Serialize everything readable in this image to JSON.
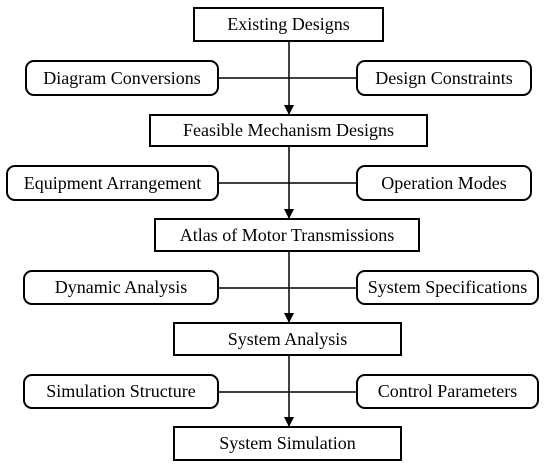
{
  "flow": {
    "stages": [
      {
        "label": "Existing Designs"
      },
      {
        "label": "Feasible Mechanism Designs"
      },
      {
        "label": "Atlas of Motor Transmissions"
      },
      {
        "label": "System Analysis"
      },
      {
        "label": "System Simulation"
      }
    ],
    "inputs": [
      {
        "left": "Diagram Conversions",
        "right": "Design Constraints"
      },
      {
        "left": "Equipment Arrangement",
        "right": "Operation Modes"
      },
      {
        "left": "Dynamic Analysis",
        "right": "System Specifications"
      },
      {
        "left": "Simulation Structure",
        "right": "Control Parameters"
      }
    ]
  },
  "colors": {
    "line": "#000000",
    "box_border": "#000000",
    "background": "#ffffff"
  }
}
